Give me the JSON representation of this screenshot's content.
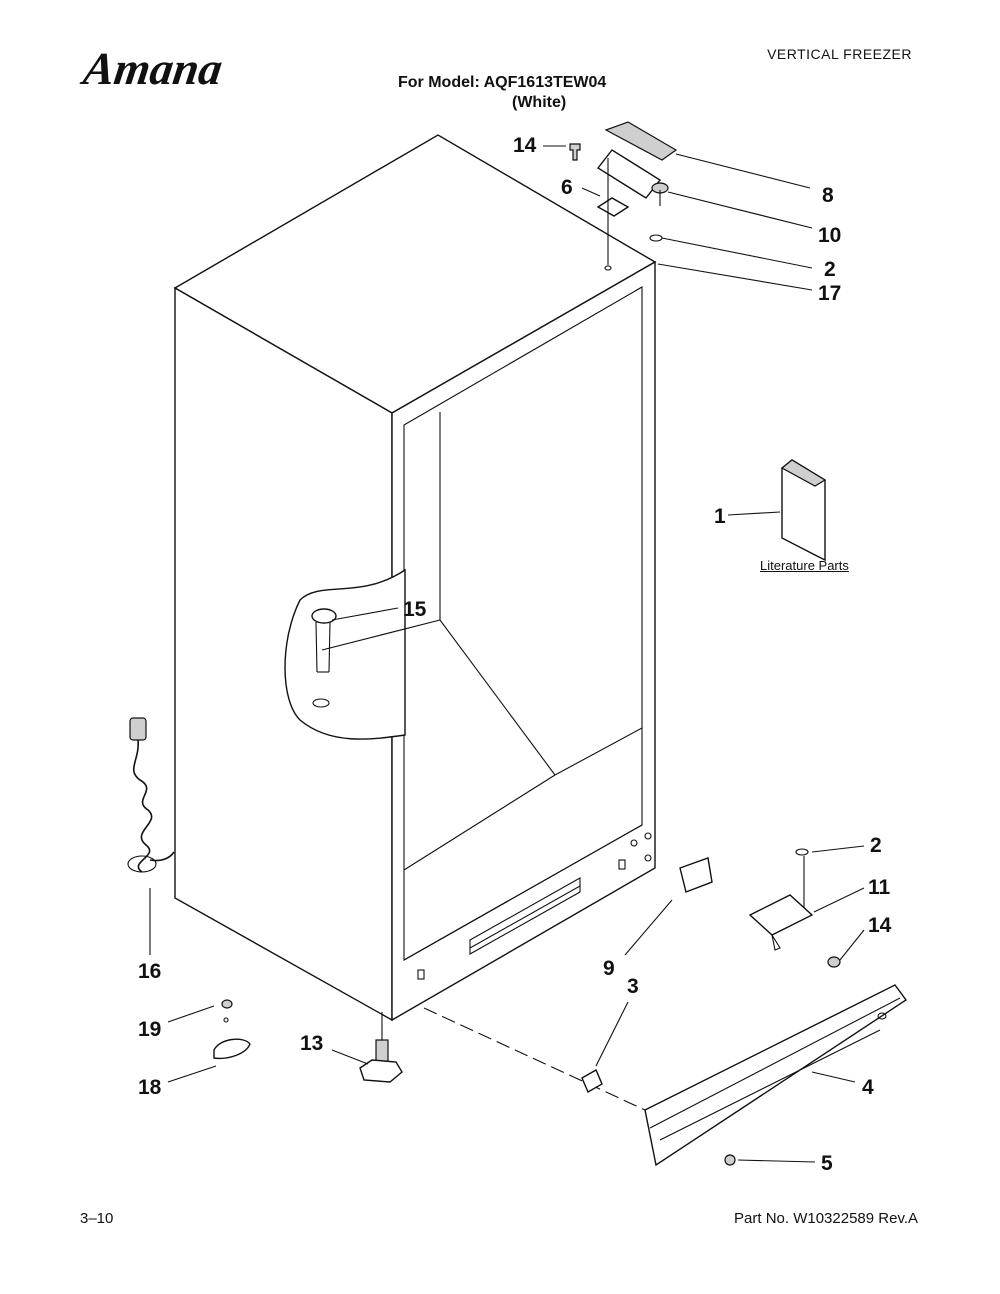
{
  "header": {
    "brand": "Amana",
    "doc_type": "VERTICAL FREEZER",
    "model_line": "For Model: AQF1613TEW04",
    "variant": "(White)"
  },
  "literature_label": "Literature Parts",
  "footer": {
    "page": "3–10",
    "part_number": "Part No. W10322589 Rev.A"
  },
  "callouts": [
    "14",
    "6",
    "8",
    "10",
    "2",
    "17",
    "1",
    "15",
    "16",
    "2",
    "11",
    "14",
    "9",
    "3",
    "19",
    "13",
    "18",
    "4",
    "5"
  ]
}
